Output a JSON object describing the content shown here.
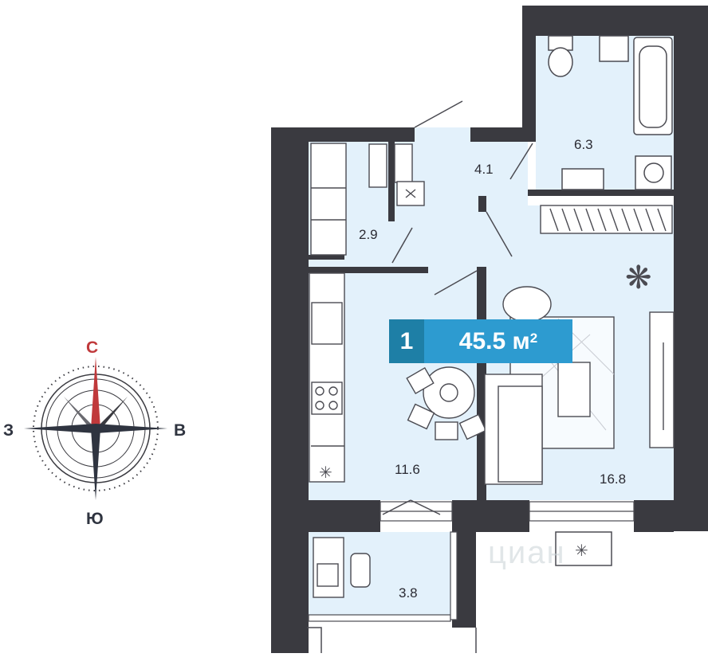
{
  "apartment": {
    "rooms_count": "1",
    "total_area": "45.5 м",
    "area_unit_sup": "2"
  },
  "room_areas": {
    "hall": "4.1",
    "bathroom": "6.3",
    "wardrobe": "2.9",
    "kitchen": "11.6",
    "living_room": "16.8",
    "balcony": "3.8"
  },
  "compass": {
    "north": "С",
    "east": "В",
    "south": "Ю",
    "west": "З"
  },
  "watermark": "циан",
  "colors": {
    "wall": "#3a3a40",
    "floor": "#e3f1fb",
    "furniture_line": "#4b4b52",
    "badge_dark": "#1e7fa6",
    "badge_light": "#2d9bd0",
    "north_needle": "#c0393b"
  }
}
